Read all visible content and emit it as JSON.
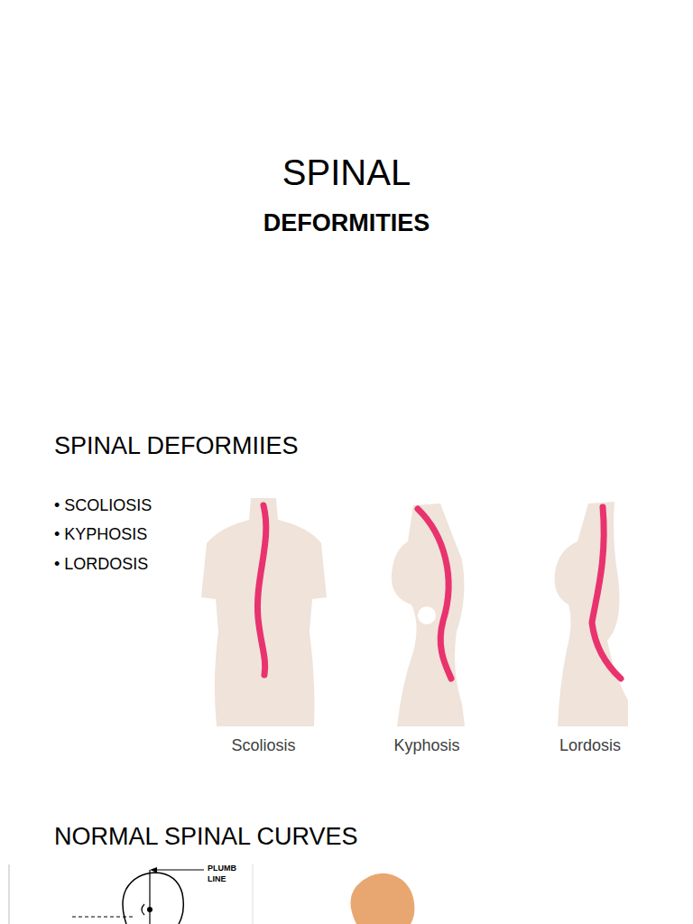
{
  "diagram": {
    "title": "SPINAL",
    "labels": [
      "DEFORMITIES",
      "SPINAL DEFORMIIES",
      "• SCOLIOSIS",
      "• KYPHOSIS",
      "• LORDOSIS",
      "Scoliosis",
      "Kyphosis",
      "Lordosis",
      "NORMAL SPINAL CURVES",
      "PLUMB LINE"
    ]
  }
}
